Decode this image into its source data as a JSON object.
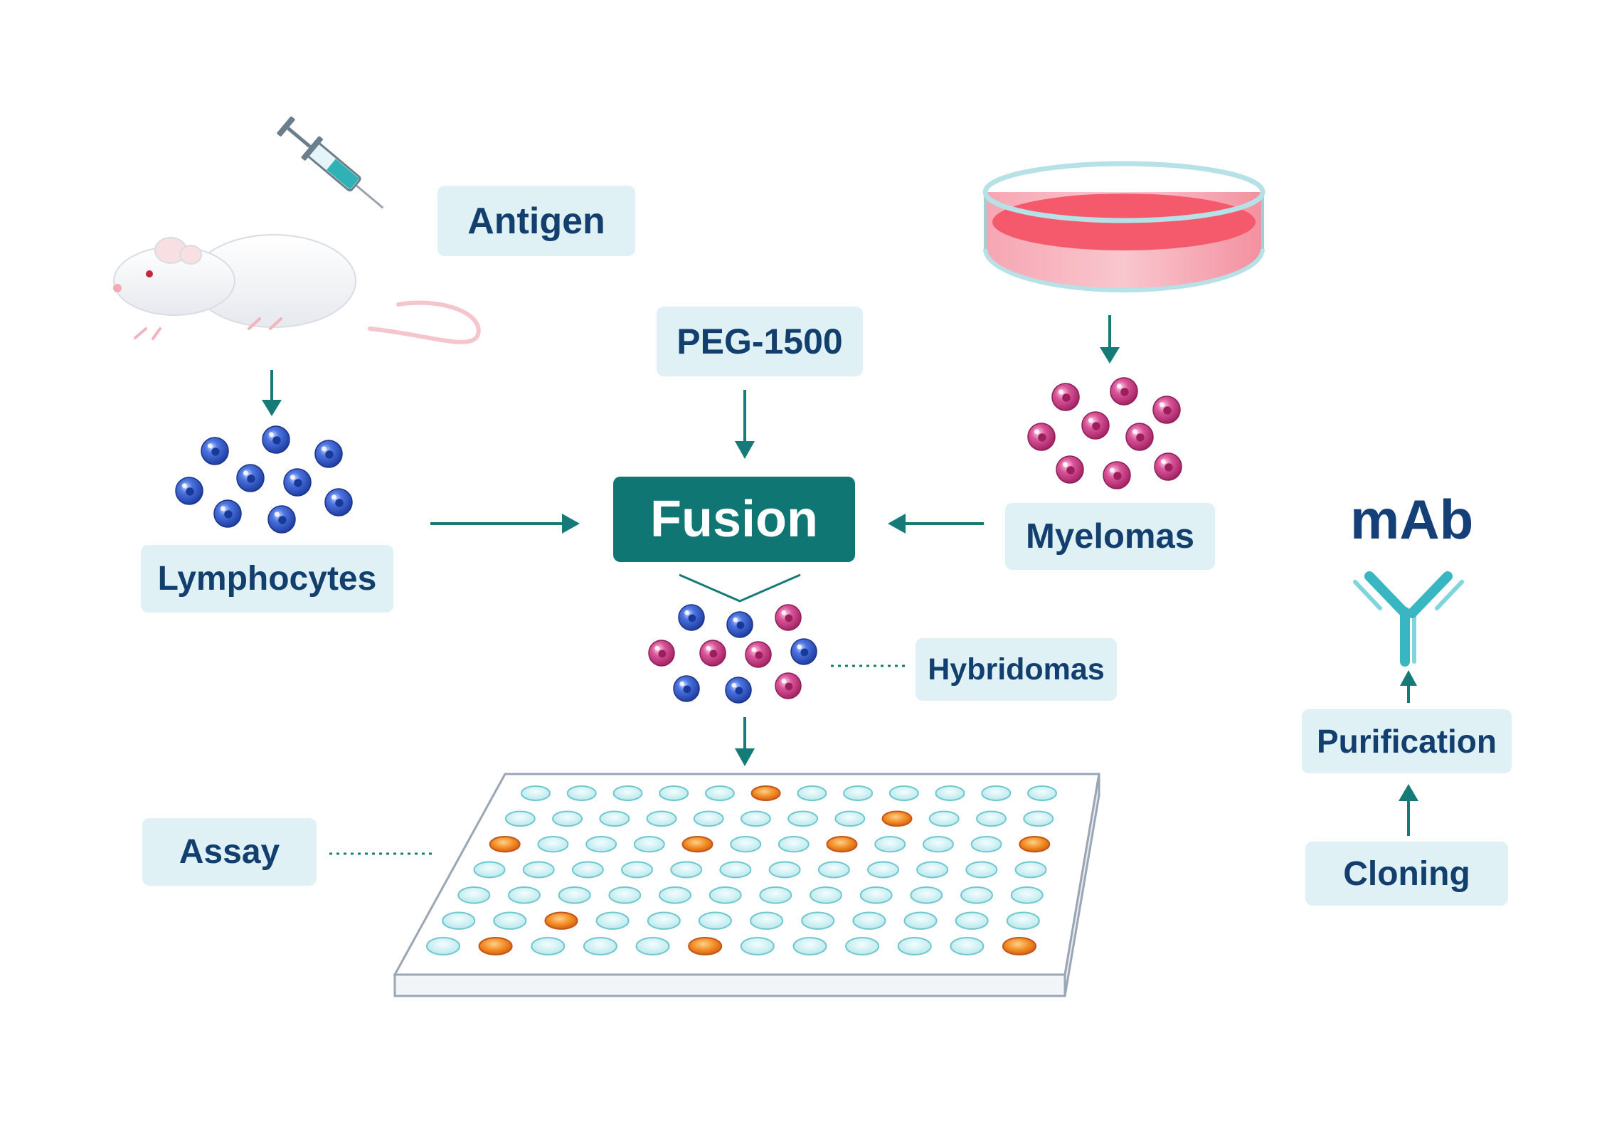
{
  "labels": {
    "antigen": "Antigen",
    "peg": "PEG-1500",
    "fusion": "Fusion",
    "lymphocytes": "Lymphocytes",
    "myelomas": "Myelomas",
    "hybridomas": "Hybridomas",
    "assay": "Assay",
    "mab": "mAb",
    "purification": "Purification",
    "cloning": "Cloning"
  },
  "colors": {
    "arrow": "#167b78",
    "label_bg": "#dff1f5",
    "label_text": "#123f6e",
    "fusion_bg": "#0f7674",
    "lymphocyte": "#2e55c9",
    "myeloma": "#cc3a84",
    "well_empty": "#cdeff1",
    "well_positive": "#f08a20",
    "antibody": "#38b7c2",
    "dish_medium": "#f35a6c"
  },
  "icons": [
    "mouse-icon",
    "syringe-icon",
    "petri-dish-icon",
    "antibody-icon",
    "well-plate-icon"
  ],
  "plate": {
    "rows": 7,
    "cols": 12,
    "positive_wells": [
      [
        0,
        5
      ],
      [
        1,
        8
      ],
      [
        2,
        0
      ],
      [
        2,
        4
      ],
      [
        2,
        7
      ],
      [
        2,
        11
      ],
      [
        5,
        2
      ],
      [
        6,
        1
      ],
      [
        6,
        5
      ],
      [
        6,
        11
      ]
    ]
  }
}
